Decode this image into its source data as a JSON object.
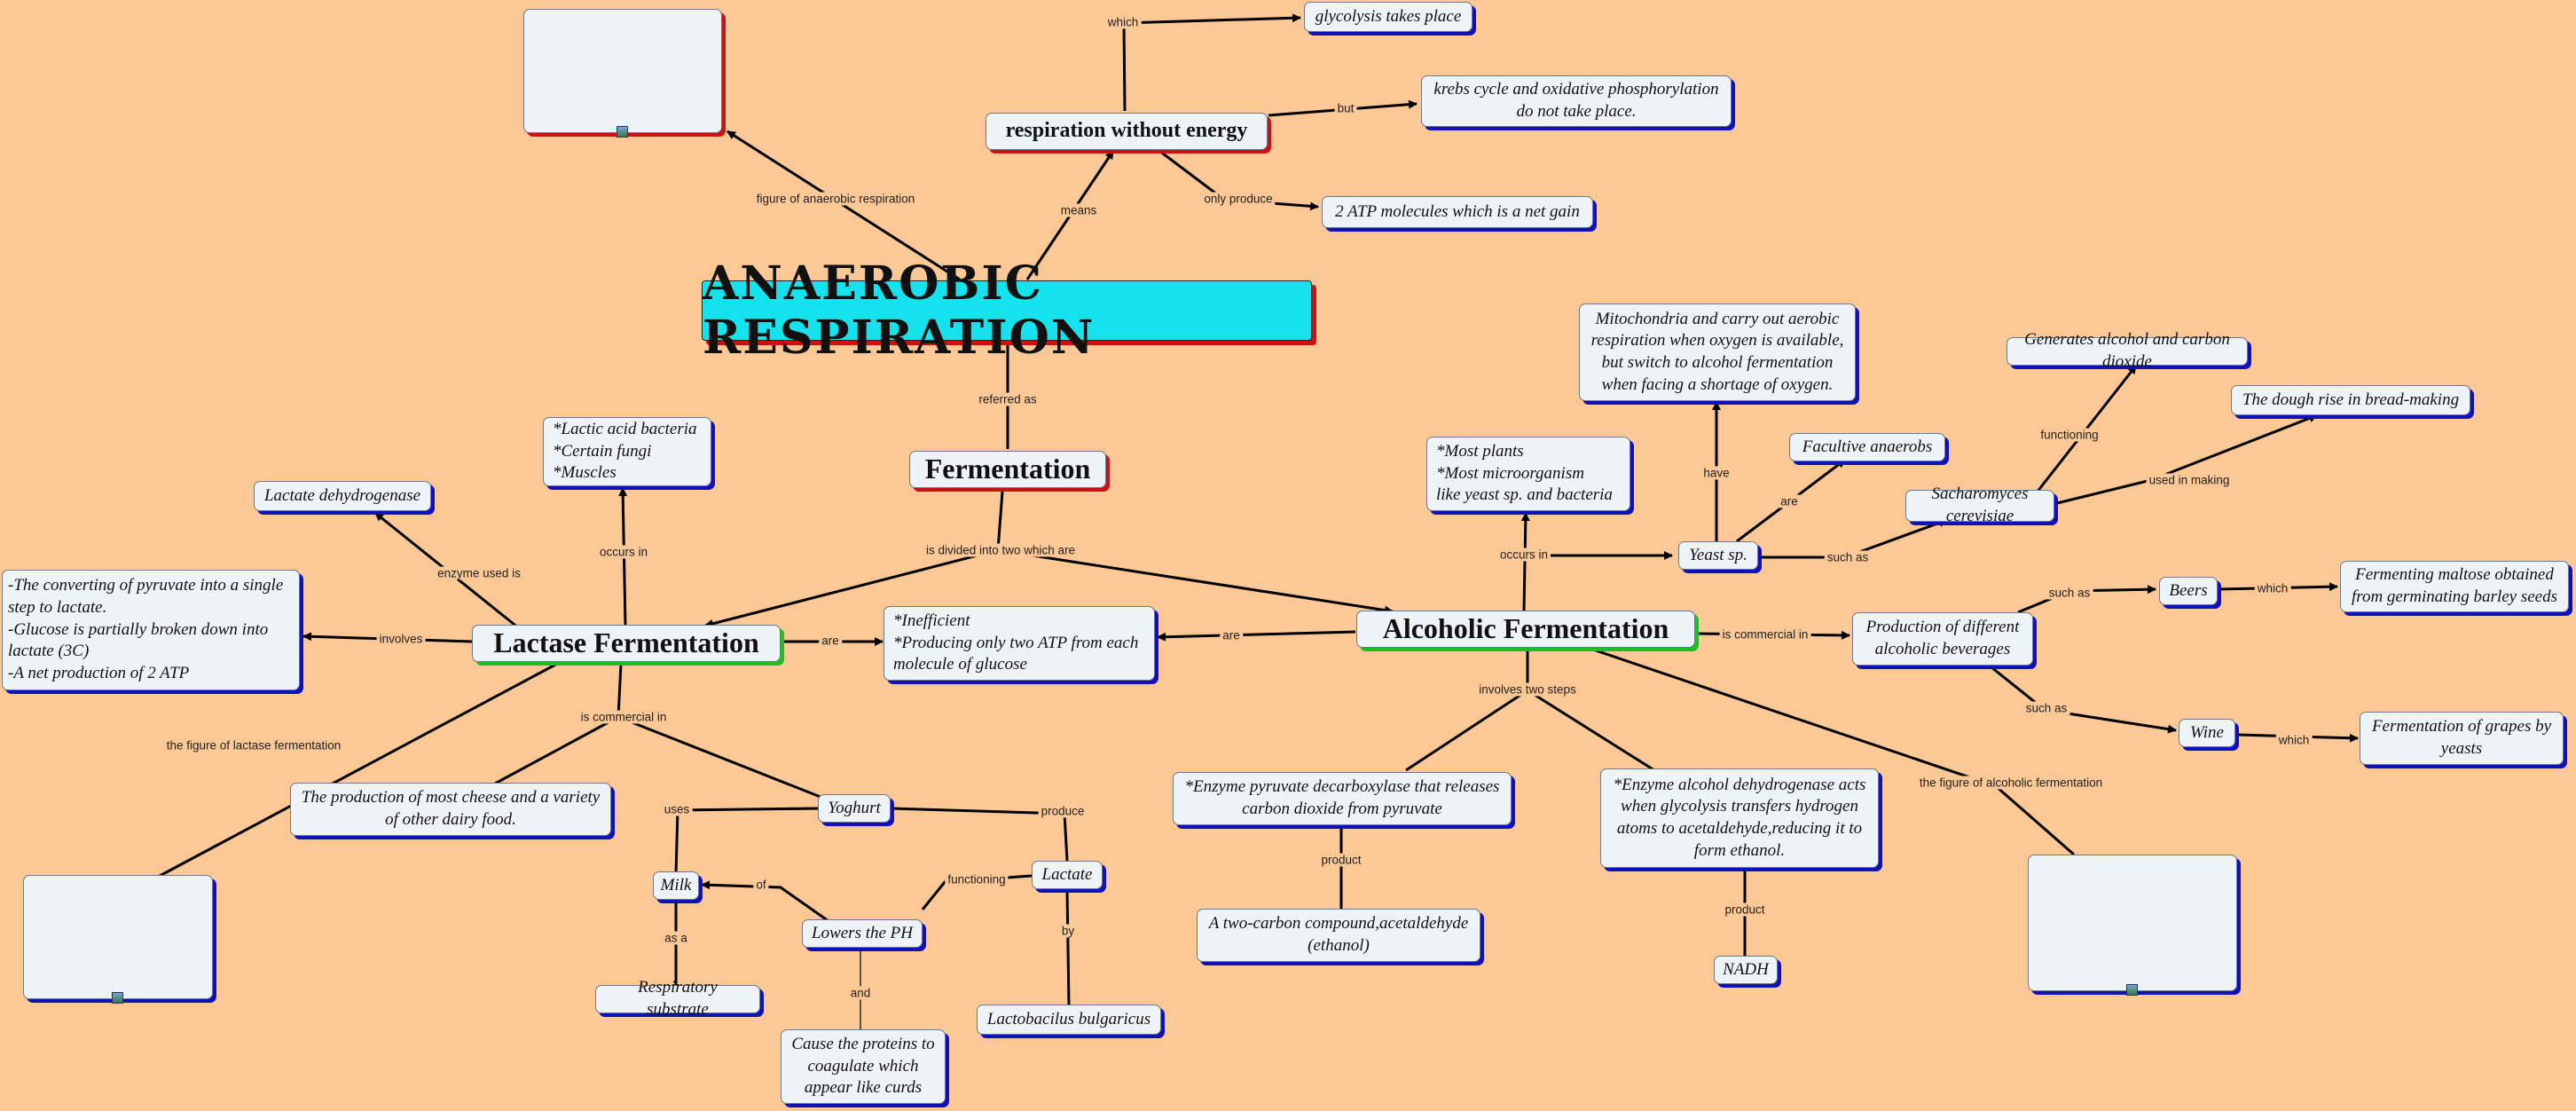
{
  "title": "ANAEROBIC RESPIRATION",
  "nodes": {
    "respiration": "respiration without energy",
    "glycolysis": "glycolysis takes place",
    "krebs": "krebs cycle and oxidative phosphorylation\ndo not take place.",
    "atp2": "2 ATP molecules which is a net gain",
    "fermentation": "Fermentation",
    "lactase": "Lactase Fermentation",
    "alcoholic": "Alcoholic Fermentation",
    "inefficient": "*Inefficient\n*Producing only two ATP from each\n  molecule of glucose",
    "lactic_bacteria": "*Lactic acid  bacteria\n*Certain fungi\n*Muscles",
    "lactate_dh": "Lactate dehydrogenase",
    "converting": "-The converting of pyruvate into a single\n  step to lactate.\n  -Glucose is partially broken down into\n  lactate (3C)\n-A net production of 2 ATP",
    "cheese": "The production of most cheese and a variety\nof other dairy food.",
    "yoghurt": "Yoghurt",
    "milk": "Milk",
    "resp_substrate": "Respiratory substrate",
    "lowers_ph": "Lowers the PH",
    "lactate": "Lactate",
    "lactobacilus": "Lactobacilus bulgaricus",
    "proteins": "Cause the proteins to\ncoagulate which\nappear like curds",
    "most_plants": "*Most plants\n*Most microorganism\n  like yeast sp. and bacteria",
    "mitochondria": "Mitochondria  and carry out aerobic\nrespiration when oxygen is available,\nbut switch to alcohol fermentation\nwhen facing a shortage of oxygen.",
    "yeast": "Yeast sp.",
    "facultive": "Facultive anaerobs",
    "sacharomyces": "Sacharomyces cerevisiae",
    "generates": "Generates alcohol  and carbon dioxide",
    "dough": "The dough rise in bread-making",
    "production_bev": "Production of different\nalcoholic beverages",
    "beers": "Beers",
    "maltose": "Fermenting maltose obtained\nfrom germinating barley seeds",
    "wine": "Wine",
    "grapes": "Fermentation of grapes by\nyeasts",
    "enzyme_pyruvate": "*Enzyme pyruvate decarboxylase that releases\ncarbon dioxide from pyruvate",
    "two_carbon": "A two-carbon compound,acetaldehyde\n(ethanol)",
    "enzyme_alcohol": "*Enzyme alcohol dehydrogenase acts\nwhen glycolysis transfers hydrogen\natoms to acetaldehyde,reducing it to\nform ethanol.",
    "nadh": "NADH"
  },
  "labels": {
    "which1": "which",
    "but": "but",
    "only_produce": "only produce",
    "means": "means",
    "fig_anaerobic": "figure of anaerobic respiration",
    "referred_as": "referred as",
    "divided": "is divided into two which are",
    "occurs_in_1": "occurs in",
    "enzyme_used": "enzyme used is",
    "involves": "involves",
    "are1": "are",
    "are2": "are",
    "commercial1": "is commercial in",
    "fig_lactase": "the figure of lactase fermentation",
    "uses": "uses",
    "produce": "produce",
    "of": "of",
    "functioning1": "functioning",
    "as_a": "as a",
    "by": "by",
    "and": "and",
    "occurs_in_2": "occurs in",
    "have": "have",
    "are3": "are",
    "such_as1": "such as",
    "functioning2": "functioning",
    "used_in_making": "used in making",
    "commercial2": "is commercial in",
    "such_as2": "such as",
    "which2": "which",
    "such_as3": "such as",
    "which3": "which",
    "involves_two": "involves two steps",
    "product1": "product",
    "product2": "product",
    "fig_alcoholic": "the figure of alcoholic fermentation"
  }
}
